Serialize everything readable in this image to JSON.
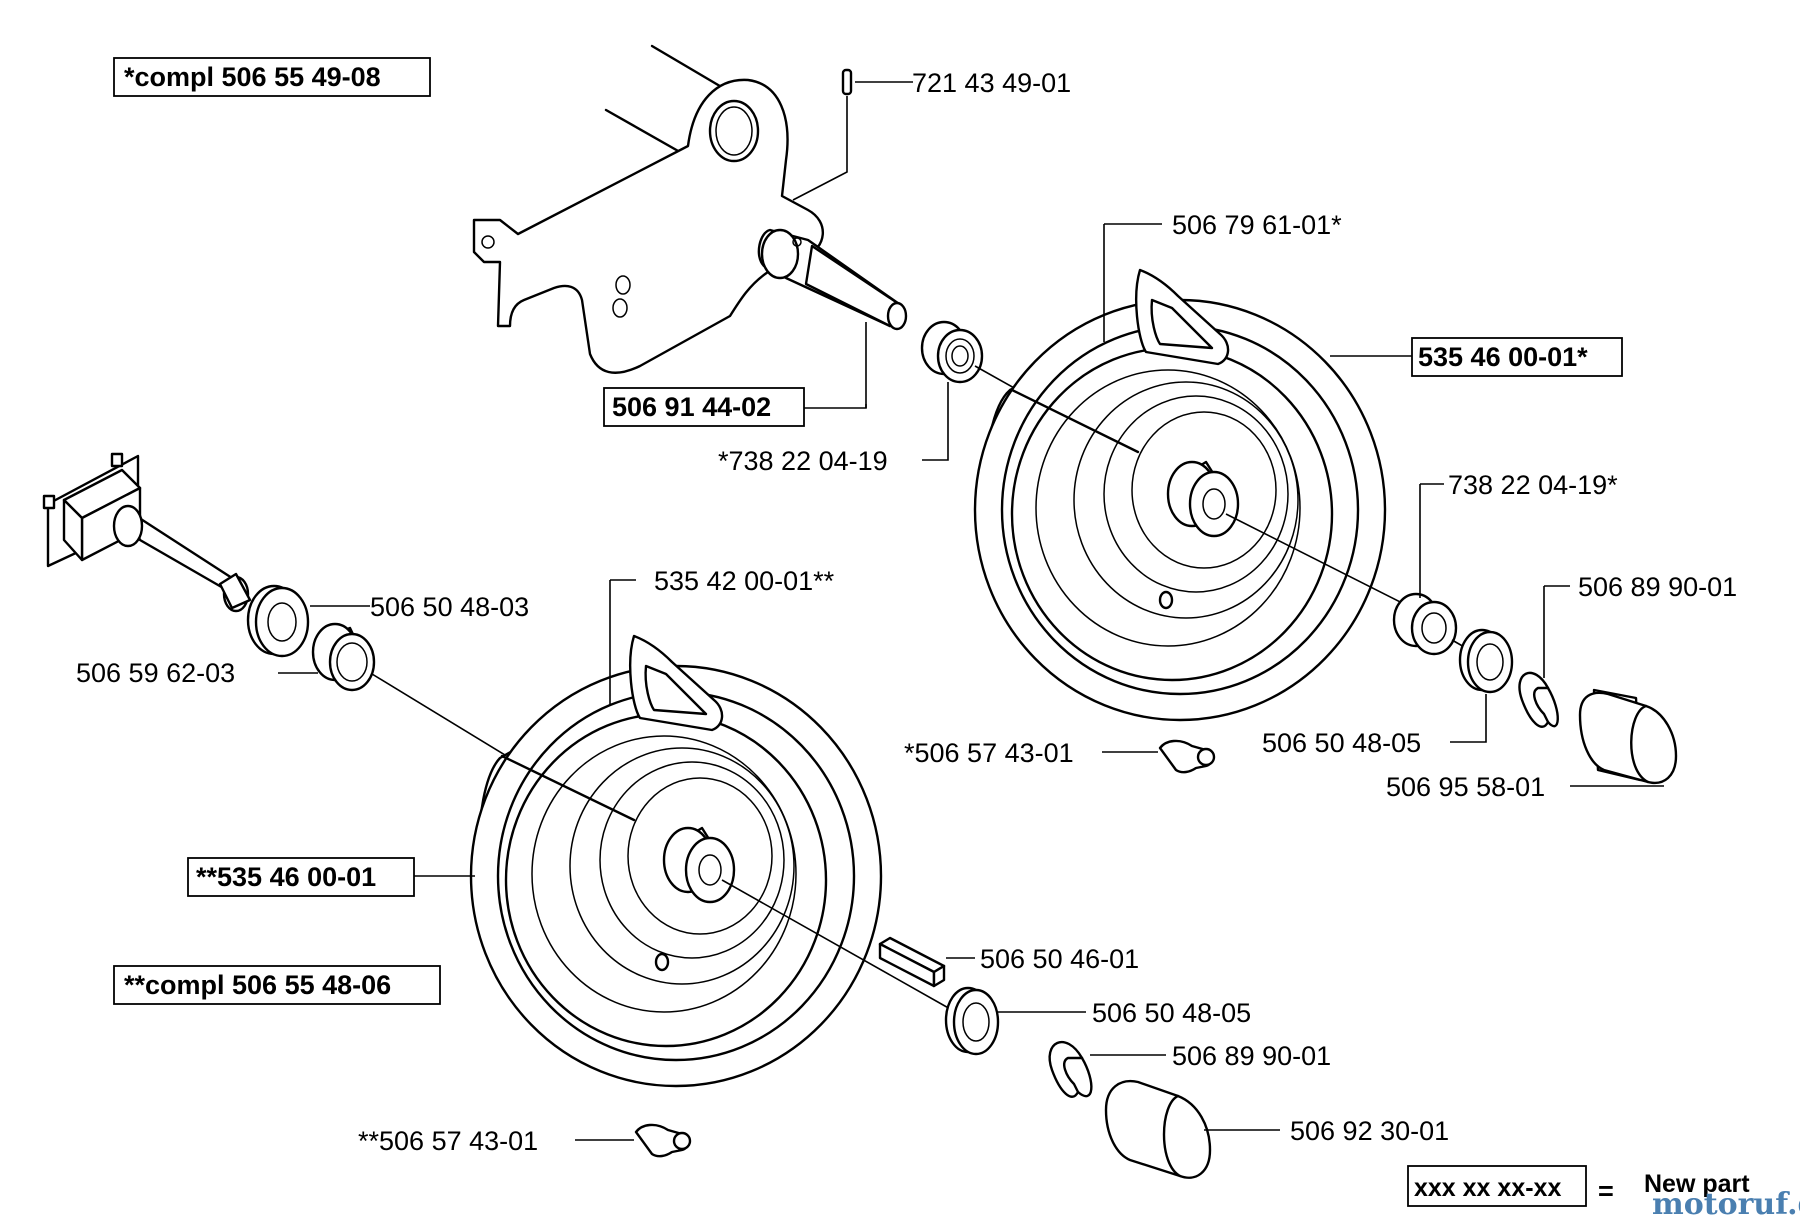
{
  "labels": {
    "compl_upper": "*compl 506 55 49-08",
    "pin": "721 43 49-01",
    "tire_upper": "506 79 61-01*",
    "wheel_upper": "535 46 00-01*",
    "axle_upper": "506 91 44-02",
    "bearing_upper_inner": "*738 22 04-19",
    "bearing_upper_outer": "738 22 04-19*",
    "ring_upper": "506 89 90-01",
    "washer_lower_inner": "506 50 48-03",
    "bushing_lower": "506 59 62-03",
    "tire_lower": "535 42 00-01**",
    "valve_upper": "*506 57 43-01",
    "washer_upper_outer": "506 50 48-05",
    "cap_upper": "506 95 58-01",
    "wheel_lower": "**535 46 00-01",
    "key": "506 50 46-01",
    "compl_lower": "**compl 506 55 48-06",
    "washer_lower_outer": "506 50 48-05",
    "ring_lower": "506 89 90-01",
    "valve_lower": "**506 57 43-01",
    "cap_lower": "506 92 30-01"
  },
  "legend": {
    "sample": "xxx xx xx-xx",
    "equals": "=",
    "text": "New part"
  },
  "watermark": "motoruf.de"
}
